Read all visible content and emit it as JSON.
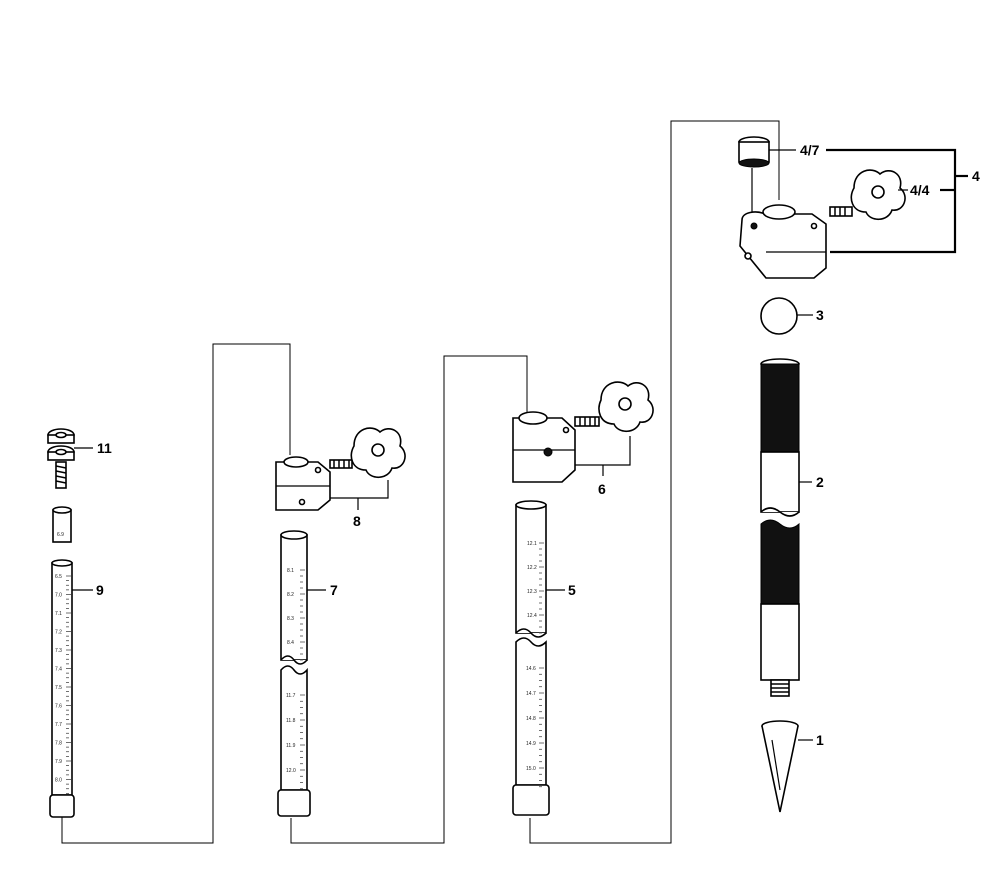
{
  "callouts": {
    "c1": "1",
    "c2": "2",
    "c3": "3",
    "c4": "4",
    "c4_4": "4/4",
    "c4_7": "4/7",
    "c5": "5",
    "c6": "6",
    "c7": "7",
    "c8": "8",
    "c9": "9",
    "c11": "11"
  },
  "scales": {
    "rod9": [
      "6.9",
      "6.5",
      "7.0",
      "7.1",
      "7.2",
      "7.3",
      "7.4",
      "7.5",
      "7.6",
      "7.7",
      "7.8",
      "7.9",
      "8.0"
    ],
    "rod7_top": [
      "8.1",
      "8.2",
      "8.3",
      "8.4"
    ],
    "rod7_bottom": [
      "11.7",
      "11.8",
      "11.9",
      "12.0"
    ],
    "rod5_top": [
      "12.1",
      "12.2",
      "12.3",
      "12.4"
    ],
    "rod5_bottom": [
      "14.6",
      "14.7",
      "14.8",
      "14.9",
      "15.0"
    ]
  }
}
